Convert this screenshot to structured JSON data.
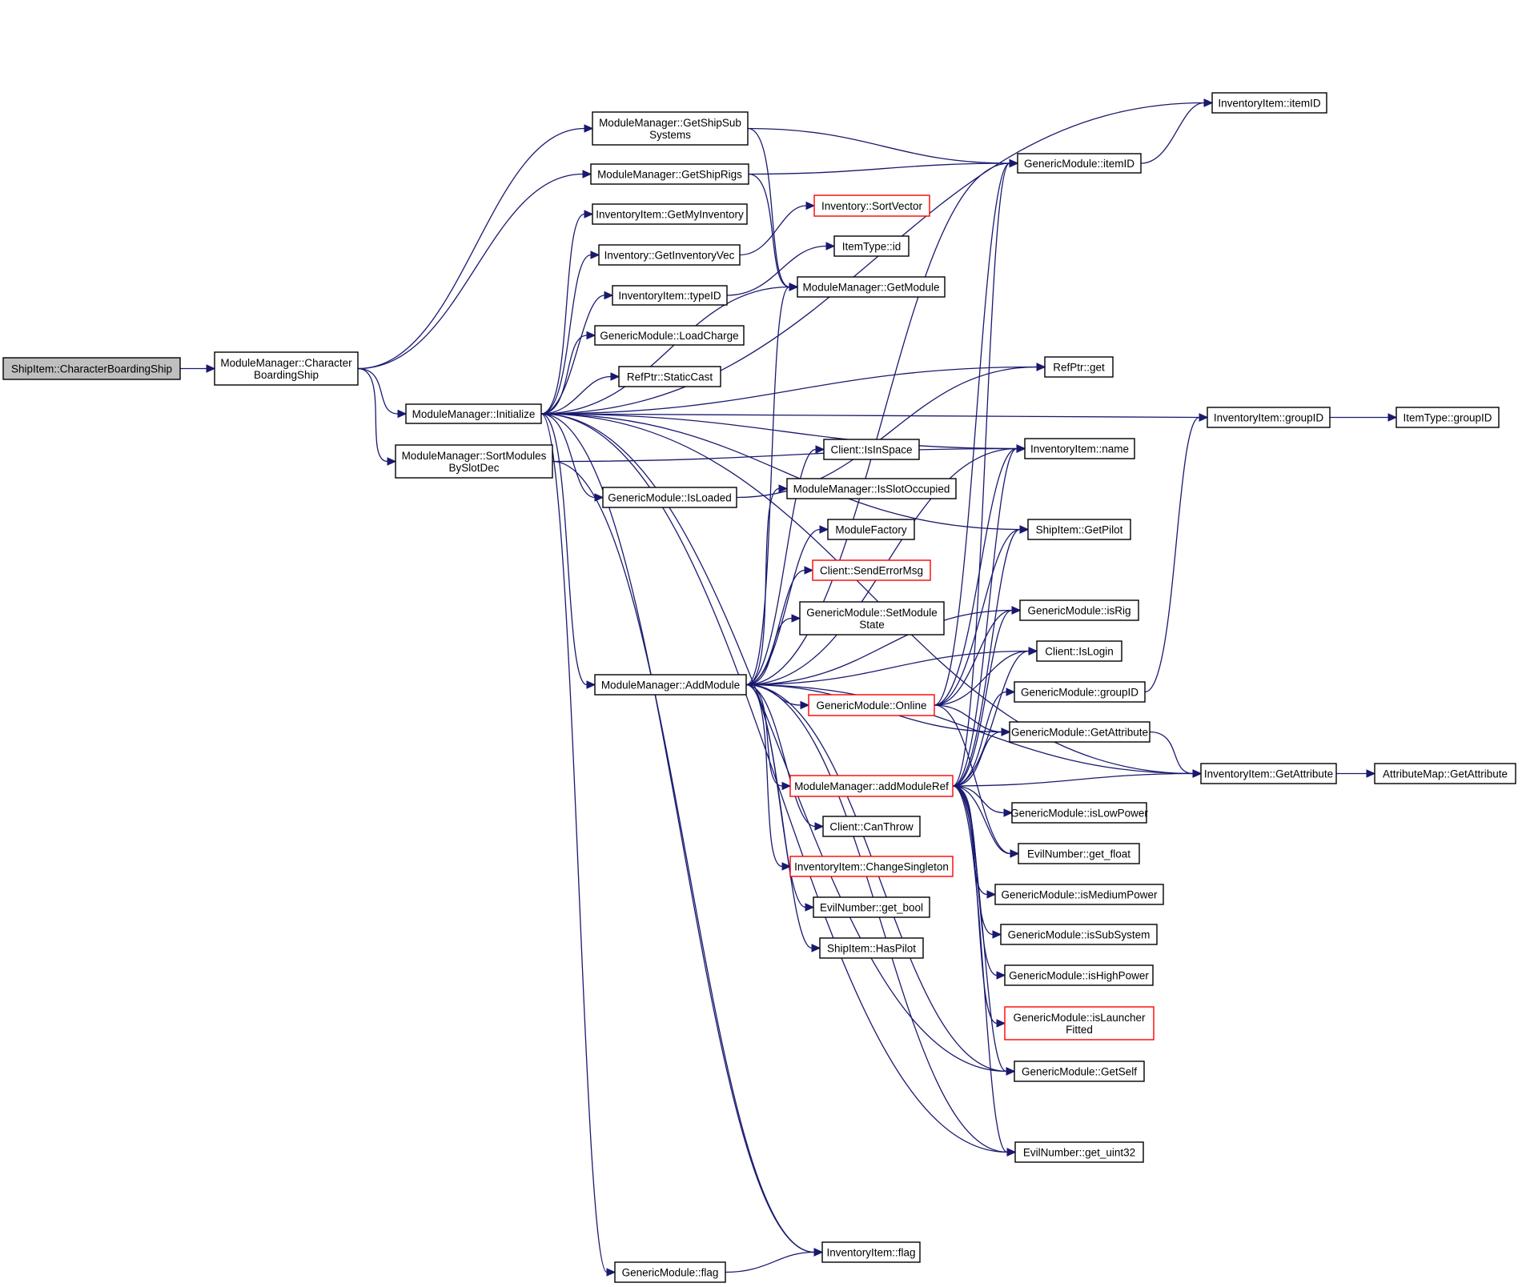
{
  "diagram": {
    "type": "call-graph",
    "nodes": [
      {
        "id": "n0",
        "lines": [
          "ShipItem::CharacterBoardingShip"
        ],
        "style": "grey"
      },
      {
        "id": "n1",
        "lines": [
          "ModuleManager::Character",
          "BoardingShip"
        ]
      },
      {
        "id": "n2",
        "lines": [
          "ModuleManager::Initialize"
        ]
      },
      {
        "id": "n3",
        "lines": [
          "ModuleManager::SortModules",
          "BySlotDec"
        ]
      },
      {
        "id": "n4",
        "lines": [
          "ModuleManager::GetShipSub",
          "Systems"
        ]
      },
      {
        "id": "n5",
        "lines": [
          "ModuleManager::GetShipRigs"
        ]
      },
      {
        "id": "n6",
        "lines": [
          "InventoryItem::GetMyInventory"
        ]
      },
      {
        "id": "n7",
        "lines": [
          "Inventory::GetInventoryVec"
        ]
      },
      {
        "id": "n8",
        "lines": [
          "InventoryItem::typeID"
        ]
      },
      {
        "id": "n9",
        "lines": [
          "GenericModule::LoadCharge"
        ]
      },
      {
        "id": "n10",
        "lines": [
          "RefPtr::StaticCast"
        ]
      },
      {
        "id": "n11",
        "lines": [
          "GenericModule::IsLoaded"
        ]
      },
      {
        "id": "n12",
        "lines": [
          "ModuleManager::AddModule"
        ]
      },
      {
        "id": "n13",
        "lines": [
          "GenericModule::flag"
        ]
      },
      {
        "id": "n14",
        "lines": [
          "Inventory::SortVector"
        ],
        "style": "red"
      },
      {
        "id": "n15",
        "lines": [
          "ItemType::id"
        ]
      },
      {
        "id": "n16",
        "lines": [
          "ModuleManager::GetModule"
        ]
      },
      {
        "id": "n17",
        "lines": [
          "Client::IsInSpace"
        ]
      },
      {
        "id": "n18",
        "lines": [
          "ModuleManager::IsSlotOccupied"
        ]
      },
      {
        "id": "n19",
        "lines": [
          "ModuleFactory"
        ]
      },
      {
        "id": "n20",
        "lines": [
          "Client::SendErrorMsg"
        ],
        "style": "red"
      },
      {
        "id": "n21",
        "lines": [
          "GenericModule::SetModule",
          "State"
        ]
      },
      {
        "id": "n22",
        "lines": [
          "GenericModule::Online"
        ],
        "style": "red"
      },
      {
        "id": "n23",
        "lines": [
          "ModuleManager::addModuleRef"
        ],
        "style": "red"
      },
      {
        "id": "n24",
        "lines": [
          "Client::CanThrow"
        ]
      },
      {
        "id": "n25",
        "lines": [
          "InventoryItem::ChangeSingleton"
        ],
        "style": "red"
      },
      {
        "id": "n26",
        "lines": [
          "EvilNumber::get_bool"
        ]
      },
      {
        "id": "n27",
        "lines": [
          "ShipItem::HasPilot"
        ]
      },
      {
        "id": "n28",
        "lines": [
          "InventoryItem::flag"
        ]
      },
      {
        "id": "n29",
        "lines": [
          "GenericModule::itemID"
        ]
      },
      {
        "id": "n30",
        "lines": [
          "RefPtr::get"
        ]
      },
      {
        "id": "n31",
        "lines": [
          "InventoryItem::name"
        ]
      },
      {
        "id": "n32",
        "lines": [
          "ShipItem::GetPilot"
        ]
      },
      {
        "id": "n33",
        "lines": [
          "GenericModule::isRig"
        ]
      },
      {
        "id": "n34",
        "lines": [
          "Client::IsLogin"
        ]
      },
      {
        "id": "n35",
        "lines": [
          "GenericModule::groupID"
        ]
      },
      {
        "id": "n36",
        "lines": [
          "GenericModule::GetAttribute"
        ]
      },
      {
        "id": "n37",
        "lines": [
          "GenericModule::isLowPower"
        ]
      },
      {
        "id": "n38",
        "lines": [
          "EvilNumber::get_float"
        ]
      },
      {
        "id": "n39",
        "lines": [
          "GenericModule::isMediumPower"
        ]
      },
      {
        "id": "n40",
        "lines": [
          "GenericModule::isSubSystem"
        ]
      },
      {
        "id": "n41",
        "lines": [
          "GenericModule::isHighPower"
        ]
      },
      {
        "id": "n42",
        "lines": [
          "GenericModule::isLauncher",
          "Fitted"
        ],
        "style": "red"
      },
      {
        "id": "n43",
        "lines": [
          "GenericModule::GetSelf"
        ]
      },
      {
        "id": "n44",
        "lines": [
          "EvilNumber::get_uint32"
        ]
      },
      {
        "id": "n45",
        "lines": [
          "InventoryItem::itemID"
        ]
      },
      {
        "id": "n46",
        "lines": [
          "InventoryItem::groupID"
        ]
      },
      {
        "id": "n47",
        "lines": [
          "InventoryItem::GetAttribute"
        ]
      },
      {
        "id": "n48",
        "lines": [
          "ItemType::groupID"
        ]
      },
      {
        "id": "n49",
        "lines": [
          "AttributeMap::GetAttribute"
        ]
      }
    ],
    "edges": [
      [
        "n0",
        "n1"
      ],
      [
        "n1",
        "n2"
      ],
      [
        "n1",
        "n3"
      ],
      [
        "n1",
        "n4"
      ],
      [
        "n1",
        "n5"
      ],
      [
        "n2",
        "n6"
      ],
      [
        "n2",
        "n7"
      ],
      [
        "n2",
        "n8"
      ],
      [
        "n2",
        "n9"
      ],
      [
        "n2",
        "n10"
      ],
      [
        "n2",
        "n11"
      ],
      [
        "n2",
        "n12"
      ],
      [
        "n2",
        "n13"
      ],
      [
        "n2",
        "n16"
      ],
      [
        "n2",
        "n30"
      ],
      [
        "n2",
        "n31"
      ],
      [
        "n2",
        "n32"
      ],
      [
        "n2",
        "n43"
      ],
      [
        "n2",
        "n44"
      ],
      [
        "n2",
        "n45"
      ],
      [
        "n2",
        "n46"
      ],
      [
        "n2",
        "n47"
      ],
      [
        "n2",
        "n28"
      ],
      [
        "n3",
        "n28"
      ],
      [
        "n3",
        "n31"
      ],
      [
        "n4",
        "n29"
      ],
      [
        "n4",
        "n16"
      ],
      [
        "n5",
        "n29"
      ],
      [
        "n5",
        "n16"
      ],
      [
        "n7",
        "n14"
      ],
      [
        "n8",
        "n15"
      ],
      [
        "n11",
        "n30"
      ],
      [
        "n12",
        "n16"
      ],
      [
        "n12",
        "n17"
      ],
      [
        "n12",
        "n18"
      ],
      [
        "n12",
        "n19"
      ],
      [
        "n12",
        "n20"
      ],
      [
        "n12",
        "n21"
      ],
      [
        "n12",
        "n22"
      ],
      [
        "n12",
        "n23"
      ],
      [
        "n12",
        "n24"
      ],
      [
        "n12",
        "n25"
      ],
      [
        "n12",
        "n26"
      ],
      [
        "n12",
        "n27"
      ],
      [
        "n12",
        "n29"
      ],
      [
        "n12",
        "n31"
      ],
      [
        "n12",
        "n33"
      ],
      [
        "n12",
        "n36"
      ],
      [
        "n12",
        "n43"
      ],
      [
        "n12",
        "n44"
      ],
      [
        "n12",
        "n47"
      ],
      [
        "n12",
        "n34"
      ],
      [
        "n13",
        "n28"
      ],
      [
        "n22",
        "n29"
      ],
      [
        "n22",
        "n31"
      ],
      [
        "n22",
        "n32"
      ],
      [
        "n22",
        "n33"
      ],
      [
        "n22",
        "n34"
      ],
      [
        "n22",
        "n36"
      ],
      [
        "n22",
        "n38"
      ],
      [
        "n23",
        "n29"
      ],
      [
        "n23",
        "n31"
      ],
      [
        "n23",
        "n32"
      ],
      [
        "n23",
        "n33"
      ],
      [
        "n23",
        "n34"
      ],
      [
        "n23",
        "n35"
      ],
      [
        "n23",
        "n36"
      ],
      [
        "n23",
        "n37"
      ],
      [
        "n23",
        "n38"
      ],
      [
        "n23",
        "n39"
      ],
      [
        "n23",
        "n40"
      ],
      [
        "n23",
        "n41"
      ],
      [
        "n23",
        "n42"
      ],
      [
        "n23",
        "n43"
      ],
      [
        "n23",
        "n47"
      ],
      [
        "n23",
        "n44"
      ],
      [
        "n29",
        "n45"
      ],
      [
        "n35",
        "n46"
      ],
      [
        "n36",
        "n47"
      ],
      [
        "n46",
        "n48"
      ],
      [
        "n47",
        "n49"
      ]
    ]
  }
}
